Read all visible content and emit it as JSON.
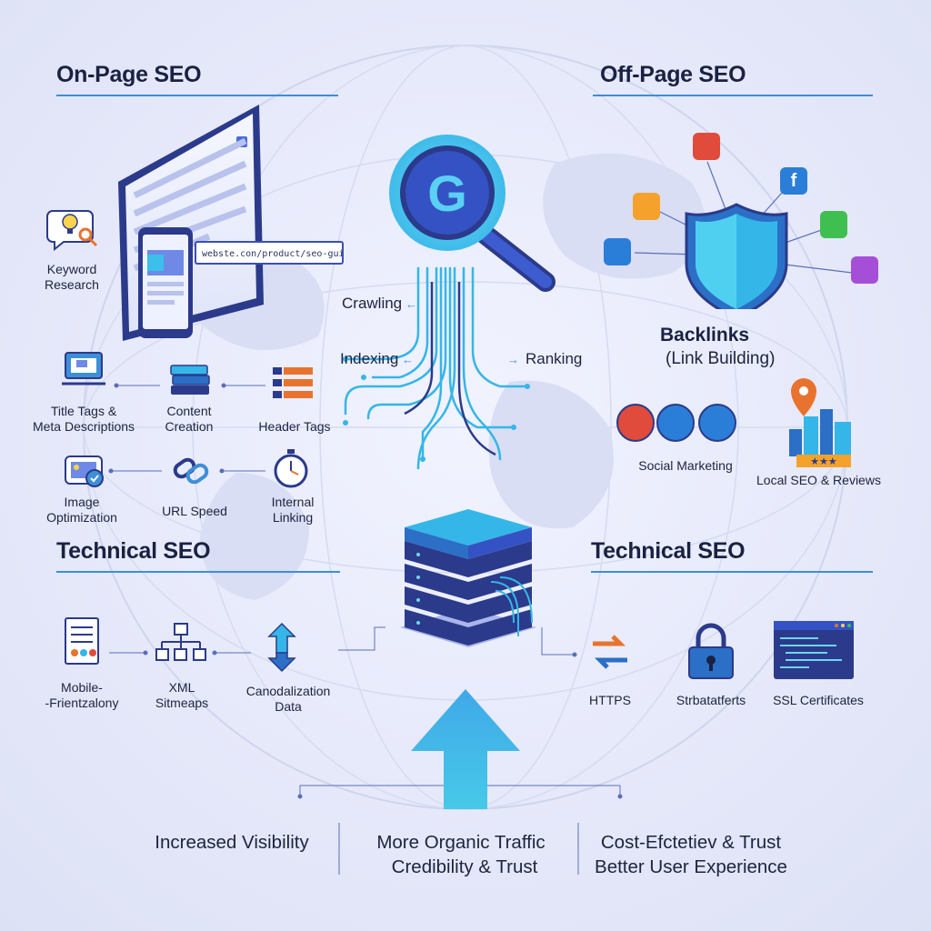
{
  "sections": {
    "on_page": {
      "title": "On-Page SEO"
    },
    "off_page": {
      "title": "Off-Page SEO"
    },
    "technical_left": {
      "title": "Technical SEO"
    },
    "technical_right": {
      "title": "Technical SEO"
    }
  },
  "browser": {
    "url": "webste.con/product/seo-guide"
  },
  "on_page_items": {
    "keyword": "Keyword\nResearch",
    "title_tags": "Title Tags &\nMeta Descriptions",
    "content": "Content\nCreation",
    "header_tags": "Header Tags",
    "image_opt": "Image\nOptimization",
    "url_speed": "URL  Speed",
    "internal_linking": "Internal\nLinking"
  },
  "search_flow": {
    "crawling": "Crawling",
    "indexing": "Indexing",
    "ranking": "Ranking",
    "logo_letter": "G"
  },
  "off_page_items": {
    "backlinks": "Backlinks",
    "link_building": "(Link Building)",
    "social_marketing": "Social Marketing",
    "local_seo": "Local SEO & Reviews"
  },
  "technical_left_items": {
    "mobile": "Mobile-\n-Frientzalony",
    "xml": "XML\nSitmeaps",
    "canonical": "Canodalization\nData"
  },
  "technical_right_items": {
    "https": "HTTPS",
    "structured": "Strbatatferts",
    "ssl": "SSL Certificates"
  },
  "benefits": {
    "left": "Increased Visibility",
    "center_line1": "More Organic Traffic",
    "center_line2": "Credibility & Trust",
    "right_line1": "Cost-Efctetiev & Trust",
    "right_line2": "Better User Experience"
  },
  "colors": {
    "accent": "#3d8fd6",
    "navy": "#2b3a8a",
    "cyan": "#35b6e8",
    "arrow_gradient_top": "#3fa8e8",
    "arrow_gradient_bottom": "#47c9e9"
  }
}
